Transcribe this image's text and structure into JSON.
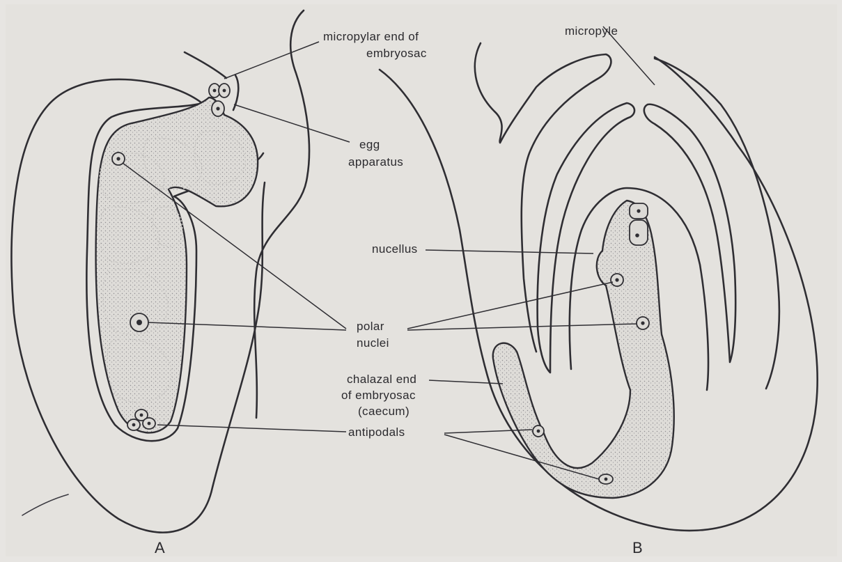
{
  "diagram": {
    "panels": {
      "a": "A",
      "b": "B"
    },
    "labels": {
      "micropylar_end": "micropylar  end of",
      "micropylar_end_2": "embryosac",
      "egg_apparatus": "egg",
      "egg_apparatus_2": "apparatus",
      "polar_nuclei": "polar",
      "polar_nuclei_2": "nuclei",
      "antipodals": "antipodals",
      "micropyle": "micropyle",
      "nucellus": "nucellus",
      "chalazal_end": "chalazal end",
      "chalazal_end_2": "of embryosac",
      "chalazal_end_3": "(caecum)"
    }
  }
}
